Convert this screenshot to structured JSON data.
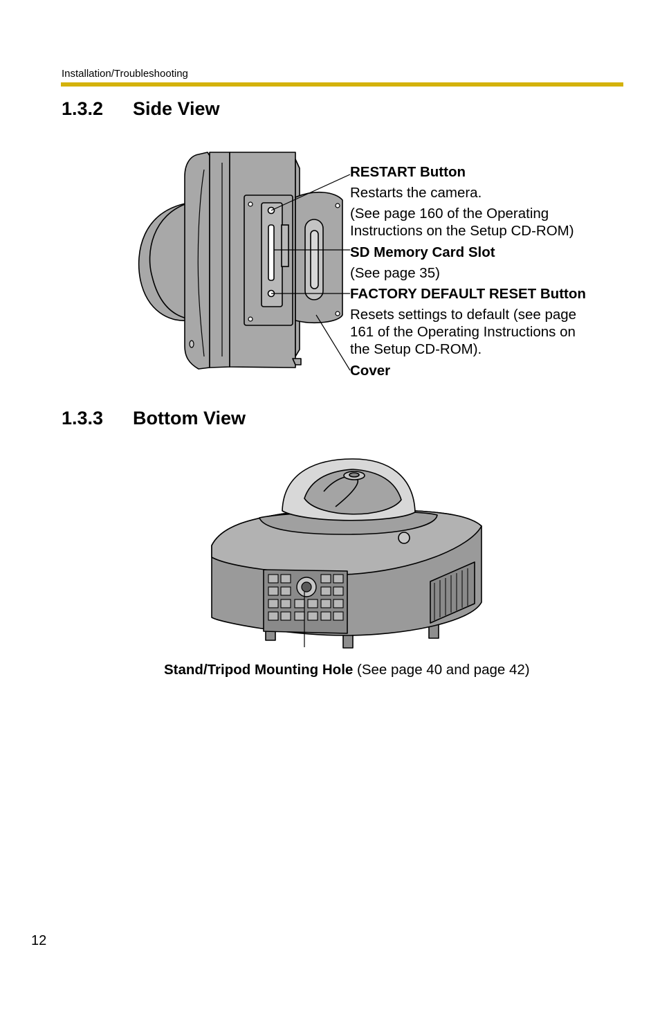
{
  "header": {
    "running_title": "Installation/Troubleshooting",
    "rule_color": "#D4B20C"
  },
  "sections": {
    "side_view": {
      "number": "1.3.2",
      "title": "Side View",
      "callouts": {
        "restart_title": "RESTART Button",
        "restart_desc": "Restarts the camera.",
        "restart_ref_line1": "(See page 160 of the Operating",
        "restart_ref_line2": "Instructions on the Setup CD-ROM)",
        "sd_title": "SD Memory Card Slot",
        "sd_ref": "(See page 35)",
        "factory_title": "FACTORY DEFAULT RESET Button",
        "factory_desc_line1": "Resets settings to default (see page",
        "factory_desc_line2": "161 of the Operating Instructions on",
        "factory_desc_line3": "the Setup CD-ROM).",
        "cover_title": "Cover"
      }
    },
    "bottom_view": {
      "number": "1.3.3",
      "title": "Bottom View",
      "caption_bold": "Stand/Tripod Mounting Hole",
      "caption_rest": " (See page 40 and page 42)"
    }
  },
  "footer": {
    "page_number": "12"
  }
}
